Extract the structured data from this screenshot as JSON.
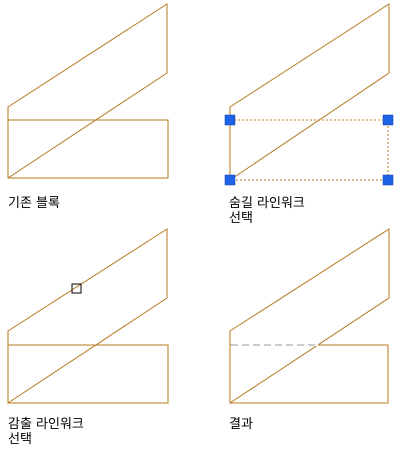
{
  "colors": {
    "line": "#b8781e",
    "grip": "#1e63e6",
    "hidden_line": "#999999",
    "background": "#ffffff"
  },
  "panels": [
    {
      "caption": "기존 블록"
    },
    {
      "caption": "숨길 라인워크\n선택"
    },
    {
      "caption": "감출 라인워크\n선택"
    },
    {
      "caption": "결과"
    }
  ]
}
